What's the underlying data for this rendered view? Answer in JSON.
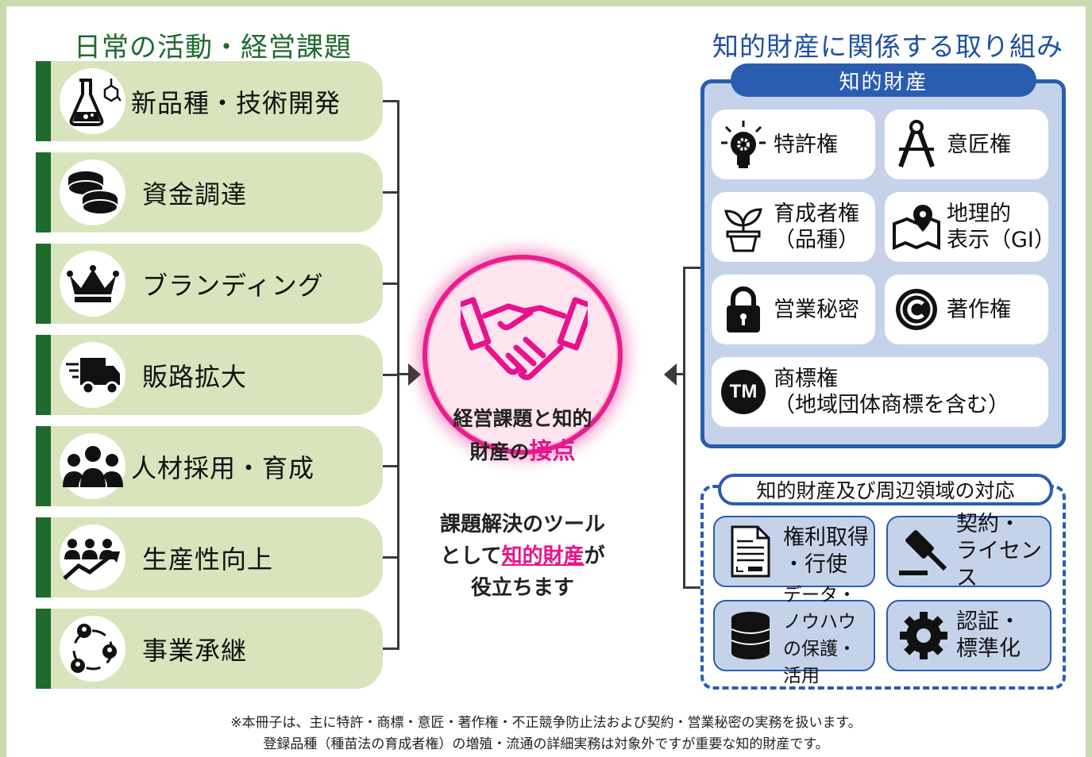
{
  "left": {
    "title": "日常の活動・経営課題",
    "items": [
      {
        "label": "新品種・技術開発",
        "icon": "lab-flask-icon"
      },
      {
        "label": "資金調達",
        "icon": "coins-icon"
      },
      {
        "label": "ブランディング",
        "icon": "crown-icon"
      },
      {
        "label": "販路拡大",
        "icon": "delivery-truck-icon"
      },
      {
        "label": "人材採用・育成",
        "icon": "people-group-icon"
      },
      {
        "label": "生産性向上",
        "icon": "productivity-chart-icon"
      },
      {
        "label": "事業承継",
        "icon": "succession-cycle-icon"
      }
    ]
  },
  "center": {
    "icon": "handshake-icon",
    "line1": "経営課題と知的",
    "line2_prefix": "財産の",
    "line2_emphasis": "接点",
    "sub_line1": "課題解決のツール",
    "sub_line2_prefix": "として",
    "sub_line2_emphasis": "知的財産",
    "sub_line2_suffix": "が",
    "sub_line3": "役立ちます"
  },
  "right": {
    "title": "知的財産に関係する取り組み",
    "ip_header": "知的財産",
    "ip_items": [
      {
        "line1": "特許権",
        "line2": "",
        "icon": "lightbulb-gear-icon"
      },
      {
        "line1": "意匠権",
        "line2": "",
        "icon": "compass-icon"
      },
      {
        "line1": "育成者権",
        "line2": "（品種）",
        "icon": "seedling-pot-icon"
      },
      {
        "line1": "地理的",
        "line2": "表示（GI）",
        "icon": "map-pin-icon"
      },
      {
        "line1": "営業秘密",
        "line2": "",
        "icon": "padlock-icon"
      },
      {
        "line1": "著作権",
        "line2": "",
        "icon": "copyright-icon"
      },
      {
        "line1": "商標権",
        "line2": "（地域団体商標を含む）",
        "icon": "trademark-icon",
        "badge": "TM"
      }
    ],
    "svc_header": "知的財産及び周辺領域の対応",
    "svc_items": [
      {
        "line1": "権利取得",
        "line2": "・行使",
        "icon": "document-icon"
      },
      {
        "line1": "契約・",
        "line2": "ライセンス",
        "icon": "gavel-icon"
      },
      {
        "line1": "データ・ノウハウ",
        "line2": "の保護・活用",
        "icon": "database-icon"
      },
      {
        "line1": "認証・",
        "line2": "標準化",
        "icon": "gear-icon"
      }
    ]
  },
  "note": {
    "line1": "※本冊子は、主に特許・商標・意匠・著作権・不正競争防止法および契約・営業秘密の実務を扱います。",
    "line2": "登録品種（種苗法の育成者権）の増殖・流通の詳細実務は対象外ですが重要な知的財産です。"
  },
  "colors": {
    "green": "#1f6b2e",
    "green_light": "#d8e4bc",
    "blue": "#2a5db0",
    "blue_light": "#c5d3ea",
    "pink": "#e8128c"
  }
}
